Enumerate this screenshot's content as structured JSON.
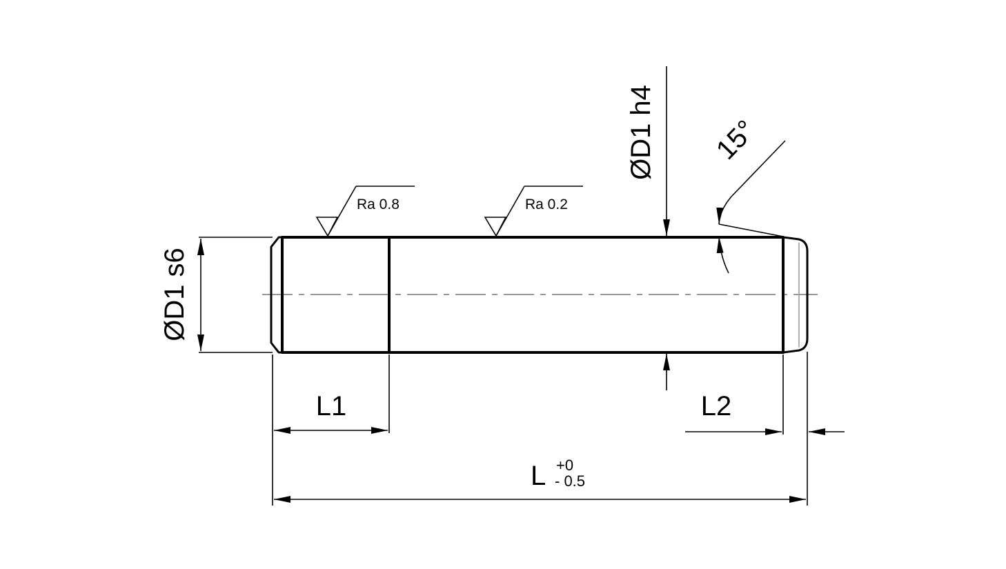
{
  "labels": {
    "dia_s6": "ØD1 s6",
    "dia_h4": "ØD1 h4",
    "angle": "15°",
    "L1": "L1",
    "L2": "L2",
    "L": "L",
    "L_tol_upper": "+0",
    "L_tol_lower": "- 0.5"
  },
  "roughness": [
    {
      "label": "Ra 0.8"
    },
    {
      "label": "Ra 0.2"
    }
  ],
  "colors": {
    "line": "#000000",
    "background": "#ffffff"
  }
}
